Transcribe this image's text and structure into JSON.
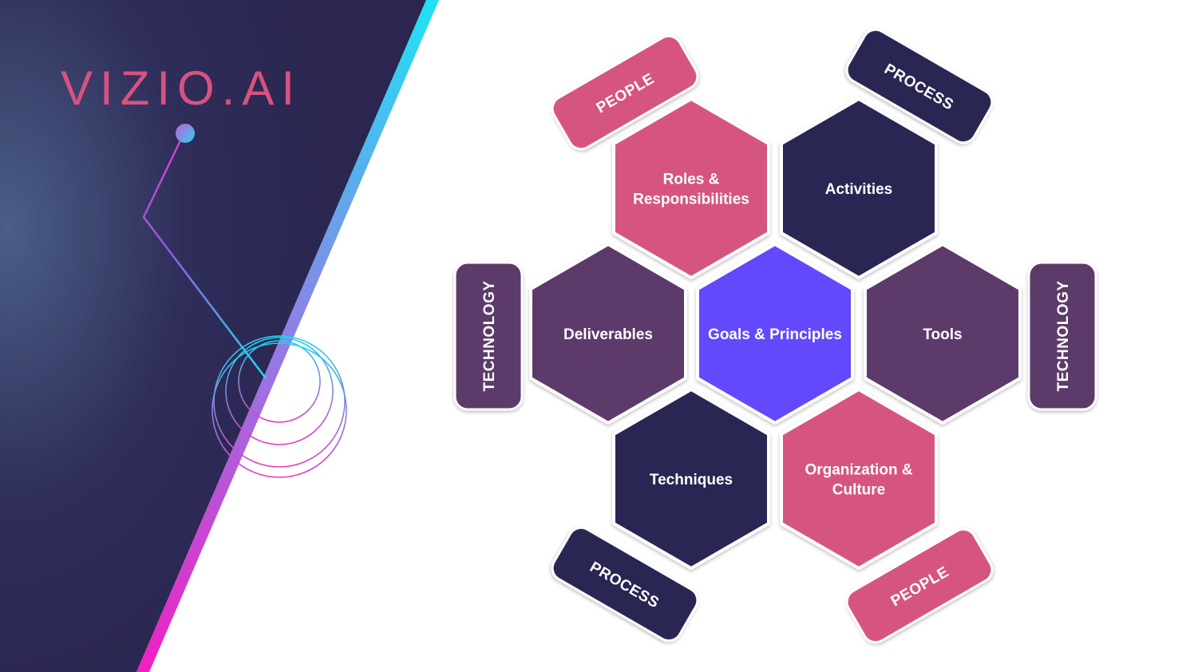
{
  "brand": {
    "logo_text": "VIZIO.AI",
    "logo_color": "#d8527f"
  },
  "colors": {
    "panel_dark": "#2a2650",
    "panel_light": "#4a5f86",
    "stripe_top": "#1ee3f5",
    "stripe_bottom": "#f01fc4",
    "pink": "#d6547e",
    "navy": "#2b2752",
    "purple": "#5c3a6a",
    "violet": "#6449fc",
    "label": "#ffffff"
  },
  "diagram": {
    "center": {
      "label": "Goals & Principles",
      "color": "violet"
    },
    "hexagons": [
      {
        "id": "roles",
        "lines": [
          "Roles &",
          "Responsibilities"
        ],
        "color": "pink"
      },
      {
        "id": "activities",
        "lines": [
          "Activities"
        ],
        "color": "navy"
      },
      {
        "id": "deliverables",
        "lines": [
          "Deliverables"
        ],
        "color": "purple"
      },
      {
        "id": "tools",
        "lines": [
          "Tools"
        ],
        "color": "purple"
      },
      {
        "id": "techniques",
        "lines": [
          "Techniques"
        ],
        "color": "navy"
      },
      {
        "id": "organization",
        "lines": [
          "Organization &",
          "Culture"
        ],
        "color": "pink"
      }
    ],
    "tags": [
      {
        "id": "people-top",
        "label": "PEOPLE",
        "color": "pink"
      },
      {
        "id": "process-top",
        "label": "PROCESS",
        "color": "navy"
      },
      {
        "id": "technology-left",
        "label": "TECHNOLOGY",
        "color": "purple"
      },
      {
        "id": "technology-right",
        "label": "TECHNOLOGY",
        "color": "purple"
      },
      {
        "id": "process-bottom",
        "label": "PROCESS",
        "color": "navy"
      },
      {
        "id": "people-bottom",
        "label": "PEOPLE",
        "color": "pink"
      }
    ]
  }
}
